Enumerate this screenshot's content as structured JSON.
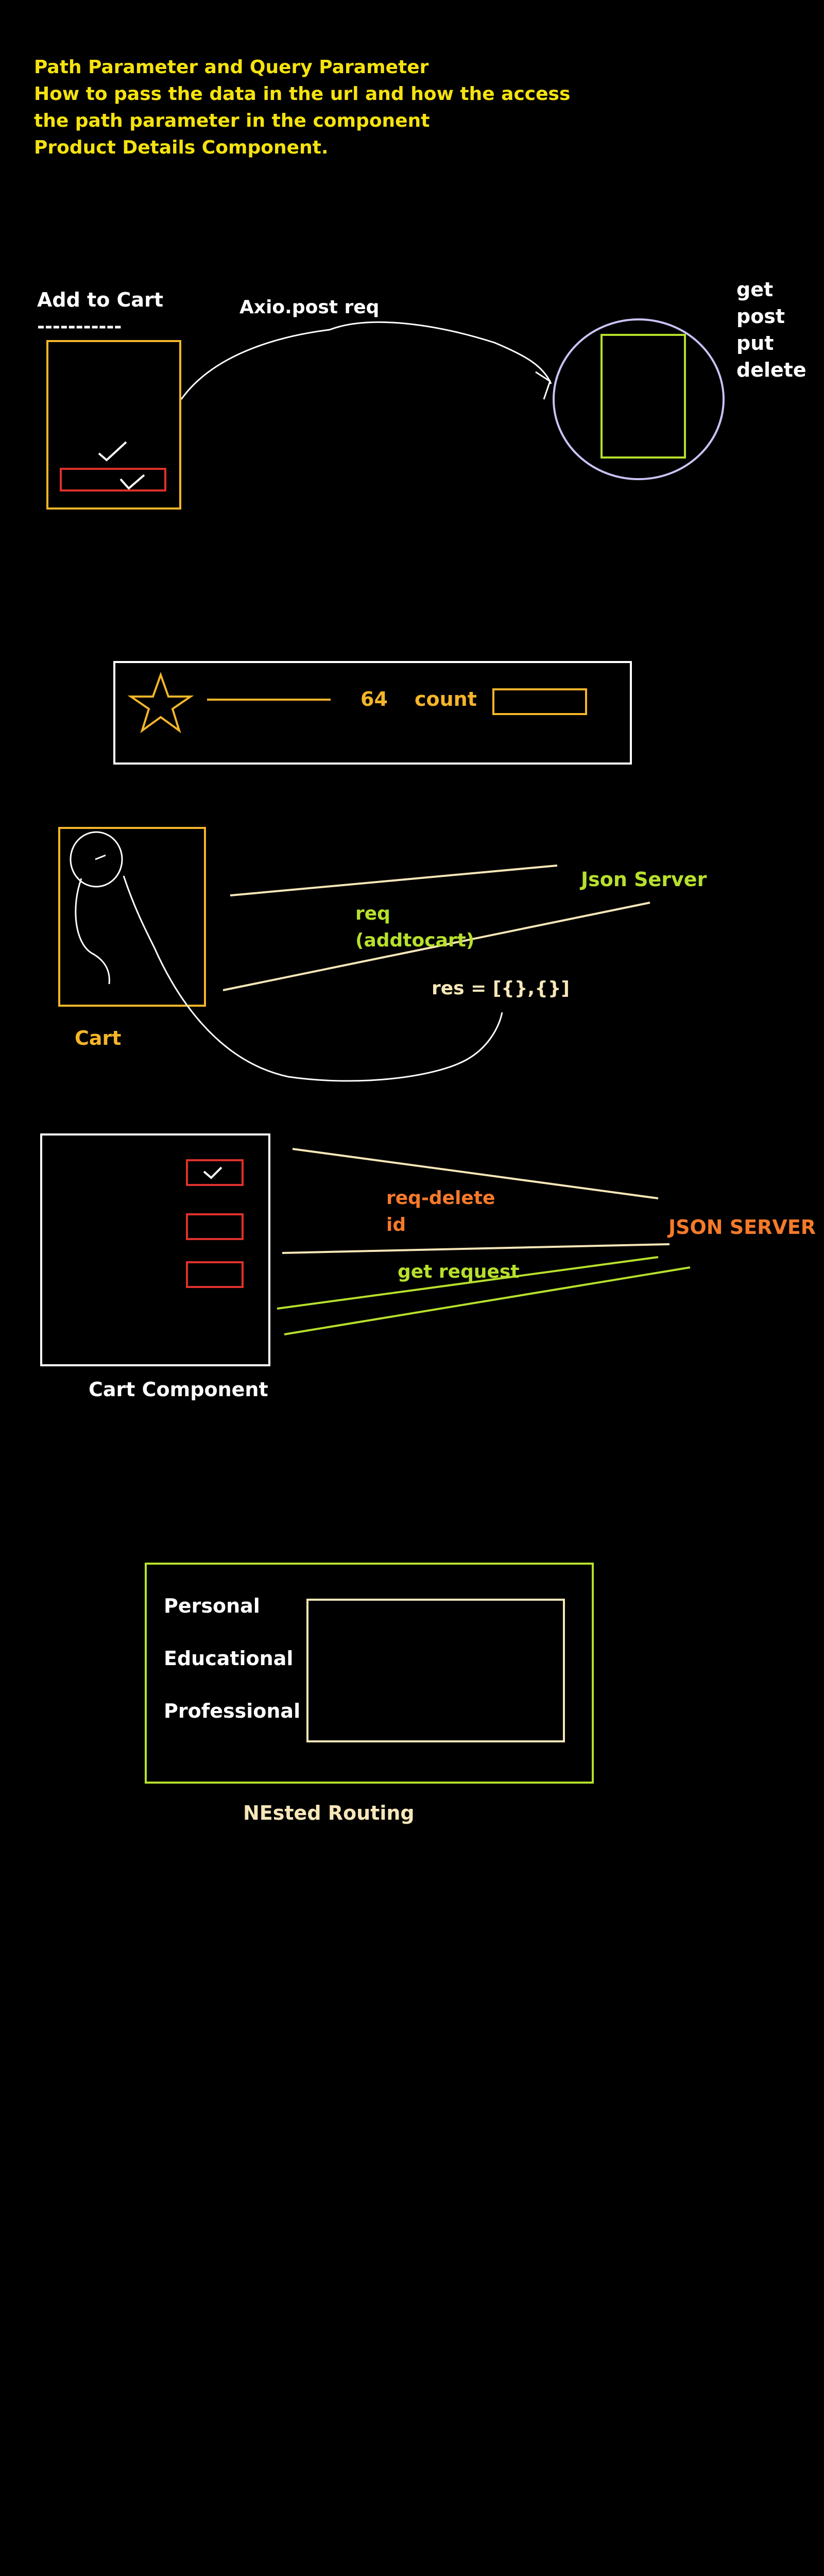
{
  "colors": {
    "background": "#000000",
    "yellow": "#F5E20F",
    "white": "#FFFFFF",
    "orange": "#F5B52A",
    "lime": "#B7E02C",
    "red": "#E0312B",
    "lavender": "#C8C3F5",
    "orange_red": "#F57A2A",
    "cream": "#F7E7B8"
  },
  "intro": {
    "line1": "Path Parameter and Query Parameter",
    "line2": "How to pass the data in the url and how the access",
    "line3": "the path parameter in the component",
    "line4": "Product Details Component."
  },
  "add_to_cart_section": {
    "title": "Add to Cart",
    "underline": "-----------",
    "arrow_label": "Axio.post req",
    "methods": [
      "get",
      "post",
      "put",
      "delete"
    ]
  },
  "product_bar": {
    "value": "64",
    "label": "count"
  },
  "cart_section": {
    "cart_label": "Cart",
    "server_label": "Json Server",
    "req_line1": "req",
    "req_line2": "(addtocart)",
    "res_label": "res = [{},{}]"
  },
  "cart_component_section": {
    "component_label": "Cart Component",
    "req_delete_line1": "req-delete",
    "req_delete_line2": "id",
    "server_label": "JSON SERVER",
    "get_request_label": "get request"
  },
  "nested_routing_section": {
    "menu_items": [
      "Personal",
      "Educational",
      "Professional"
    ],
    "caption": "NEsted Routing"
  }
}
